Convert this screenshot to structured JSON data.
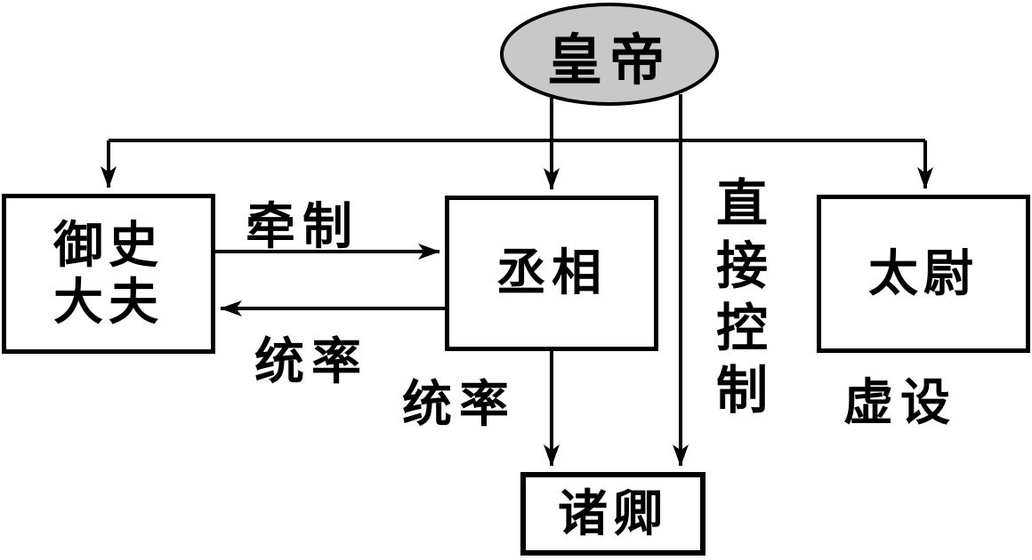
{
  "diagram": {
    "description": "Qin dynasty central government structure diagram",
    "colors": {
      "background": "#ffffff",
      "stroke": "#000000",
      "emperor_fill": "#c8c8c8"
    },
    "nodes": {
      "emperor": {
        "label": "皇帝",
        "shape": "ellipse"
      },
      "censor": {
        "line1": "御史",
        "line2": "大夫",
        "shape": "rect"
      },
      "chancellor": {
        "label": "丞相",
        "shape": "rect"
      },
      "commandant": {
        "label": "太尉",
        "shape": "rect"
      },
      "ministers": {
        "label": "诸卿",
        "shape": "rect"
      }
    },
    "edge_labels": {
      "restrain": "牵制",
      "command_to_censor": "统率",
      "command_to_ministers": "统率",
      "direct_control": "直接控制",
      "nominal": "虚设"
    }
  }
}
